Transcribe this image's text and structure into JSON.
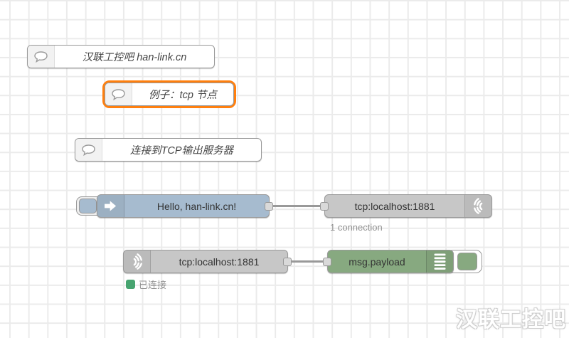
{
  "editor": {
    "type": "node-red-flow-canvas"
  },
  "comments": [
    {
      "label": "汉联工控吧 han-link.cn",
      "selected": false
    },
    {
      "label": "例子：tcp 节点",
      "selected": true
    },
    {
      "label": "连接到TCP输出服务器",
      "selected": false
    }
  ],
  "nodes": {
    "inject": {
      "label": "Hello, han-link.cn!",
      "color": "#a6bbcf",
      "icon": "inject-arrow-icon"
    },
    "tcp_out": {
      "label": "tcp:localhost:1881",
      "color": "#c7c7c7",
      "icon": "signal-waves-icon",
      "status": "1 connection"
    },
    "tcp_in": {
      "label": "tcp:localhost:1881",
      "color": "#c7c7c7",
      "icon": "signal-waves-icon",
      "status": "已连接",
      "status_dot_color": "#47a470"
    },
    "debug": {
      "label": "msg.payload",
      "color": "#87a980",
      "icon": "list-lines-icon"
    }
  },
  "watermark": {
    "text": "汉联工控吧"
  },
  "colors": {
    "selection": "#ff7f0e",
    "wire": "#999999",
    "grid_line": "#ebebeb",
    "status_green": "#47a470"
  }
}
